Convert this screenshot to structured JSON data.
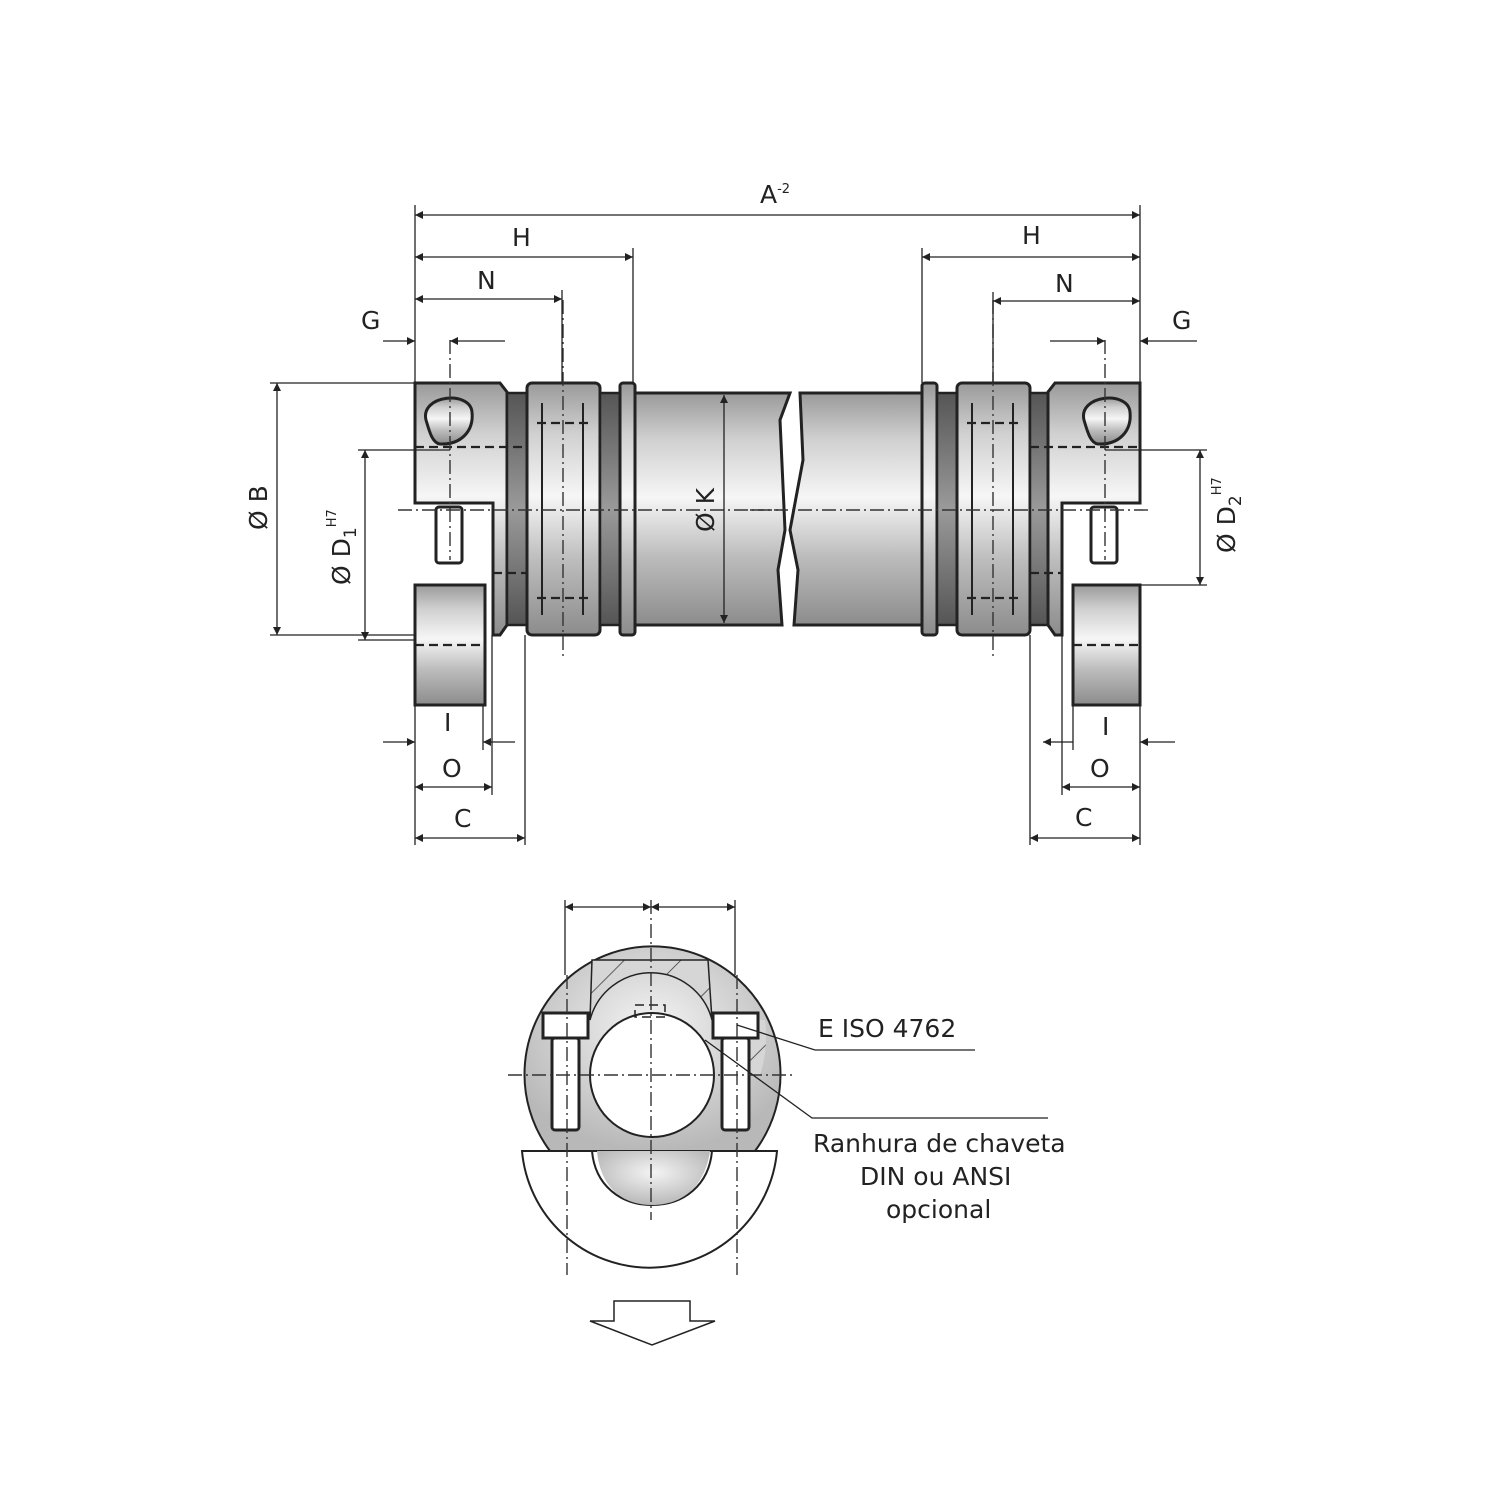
{
  "diagram": {
    "dimensions": {
      "overall_length": "A",
      "overall_length_tolerance": "-2",
      "hub_length_left": "H",
      "hub_length_right": "H",
      "n_left": "N",
      "n_right": "N",
      "g_left": "G",
      "g_right": "G",
      "outer_diameter": "Ø B",
      "bore_left": "Ø D",
      "bore_left_sub": "1",
      "bore_left_tol": "H7",
      "bore_right": "Ø D",
      "bore_right_sub": "2",
      "bore_right_tol": "H7",
      "tube_diameter": "Ø K",
      "i_left": "I",
      "i_right": "I",
      "o_left": "O",
      "o_right": "O",
      "c_left": "C",
      "c_right": "C"
    },
    "annotations": {
      "screw": "E ISO 4762",
      "keyway_line1": "Ranhura de chaveta",
      "keyway_line2": "DIN ou ANSI",
      "keyway_line3": "opcional"
    },
    "colors": {
      "line": "#222222",
      "metal_light": "#f2f2f2",
      "metal_dark": "#8a8a8a"
    }
  }
}
